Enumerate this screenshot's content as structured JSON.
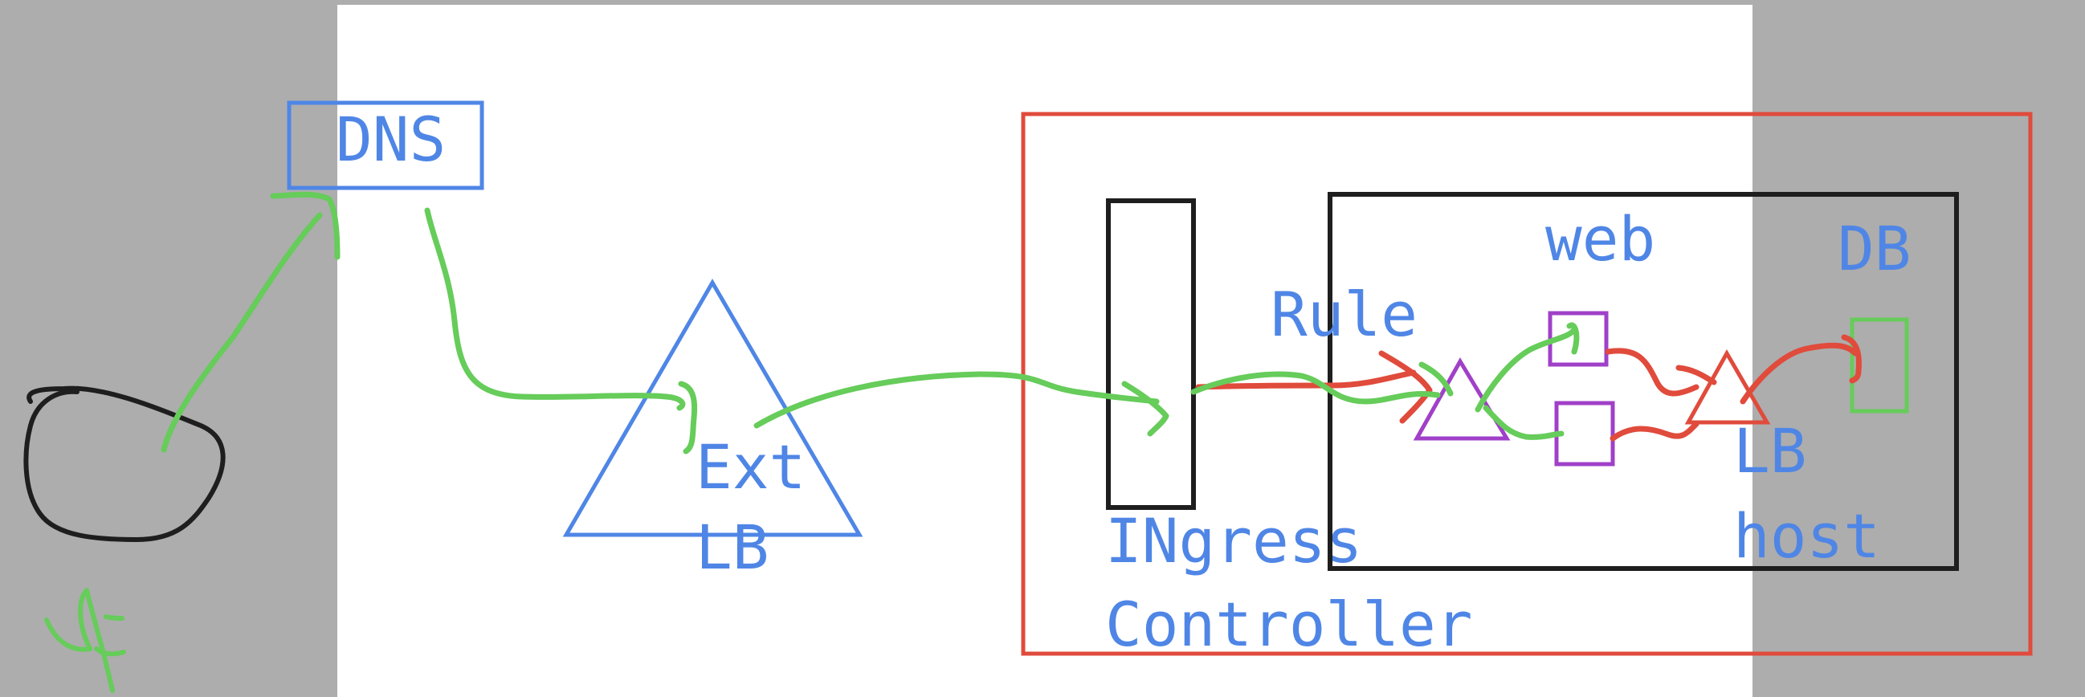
{
  "colors": {
    "background_gray": "#adadad",
    "whiteboard": "#ffffff",
    "label_blue": "#4f86e6",
    "flow_green": "#66cc5a",
    "flow_red": "#e04b3c",
    "boundary_red": "#e04b3c",
    "node_black": "#1e1e1e",
    "pod_purple": "#a040c8"
  },
  "diagram": {
    "labels": {
      "dns": "DNS",
      "ext_lb_line1": "Ext",
      "ext_lb_line2": "LB",
      "ingress_line1": "INgress",
      "ingress_line2": "Controller",
      "rule": "Rule",
      "web": "web",
      "db": "DB",
      "lb": "LB",
      "host": "host"
    },
    "icons": [
      "client-circle",
      "dns-box",
      "external-load-balancer-triangle",
      "ingress-controller-box",
      "service-triangle",
      "pod-square",
      "database-box"
    ]
  }
}
